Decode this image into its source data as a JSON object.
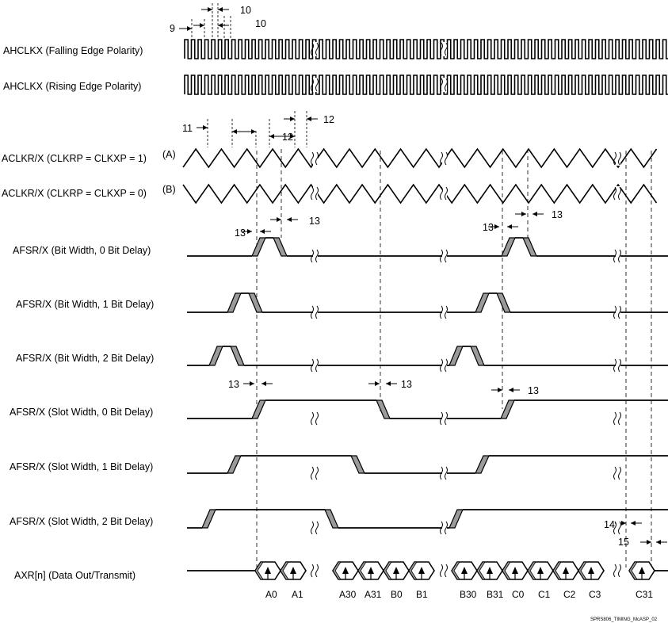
{
  "signals": [
    {
      "id": "ahclkx_fall",
      "label": "AHCLKX (Falling Edge Polarity)"
    },
    {
      "id": "ahclkx_rise",
      "label": "AHCLKX (Rising Edge Polarity)"
    },
    {
      "id": "aclk_a",
      "label": "ACLKR/X (CLKRP = CLKXP = 1)",
      "note": "(A)"
    },
    {
      "id": "aclk_b",
      "label": "ACLKR/X (CLKRP = CLKXP = 0)",
      "note": "(B)"
    },
    {
      "id": "afsr_bit0",
      "label": "AFSR/X  (Bit Width, 0 Bit Delay)"
    },
    {
      "id": "afsr_bit1",
      "label": "AFSR/X (Bit Width, 1 Bit Delay)"
    },
    {
      "id": "afsr_bit2",
      "label": "AFSR/X (Bit Width, 2 Bit Delay)"
    },
    {
      "id": "afsr_slot0",
      "label": "AFSR/X (Slot Width, 0 Bit Delay)"
    },
    {
      "id": "afsr_slot1",
      "label": "AFSR/X (Slot Width, 1 Bit Delay)"
    },
    {
      "id": "afsr_slot2",
      "label": "AFSR/X (Slot Width, 2 Bit Delay)"
    },
    {
      "id": "axr",
      "label": "AXR[n] (Data Out/Transmit)"
    }
  ],
  "timing_params": [
    "9",
    "10",
    "10",
    "11",
    "12",
    "12",
    "13",
    "13",
    "13",
    "13",
    "13",
    "13",
    "13",
    "14",
    "15"
  ],
  "data_labels": [
    "A0",
    "A1",
    "A30",
    "A31",
    "B0",
    "B1",
    "B30",
    "B31",
    "C0",
    "C1",
    "C2",
    "C3",
    "C31"
  ],
  "figure_id": "SPRS806_TIMING_McASP_02"
}
